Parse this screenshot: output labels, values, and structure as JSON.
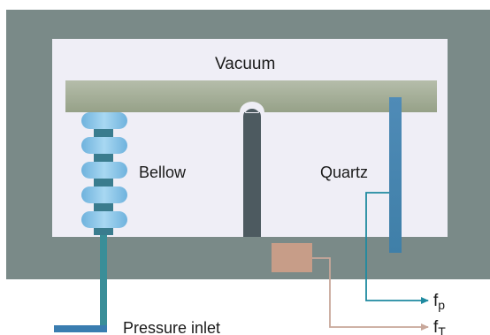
{
  "labels": {
    "vacuum": "Vacuum",
    "bellow": "Bellow",
    "quartz": "Quartz",
    "pressure_inlet": "Pressure inlet",
    "output_p": {
      "base": "f",
      "sub": "p"
    },
    "output_t": {
      "base": "f",
      "sub": "T"
    }
  },
  "colors": {
    "housing": "#7a8a88",
    "vacuum_chamber": "#efeef6",
    "beam": "#a3ad98",
    "bellow": "#86c2e6",
    "bellow_stem": "#3a7c8e",
    "pivot_post": "#4d5a60",
    "quartz": "#4f8bb7",
    "pressure_line": "#3a8e98",
    "sensor_block": "#c79d88",
    "line_p": "#1f8aa0",
    "line_t": "#c8a79a"
  }
}
